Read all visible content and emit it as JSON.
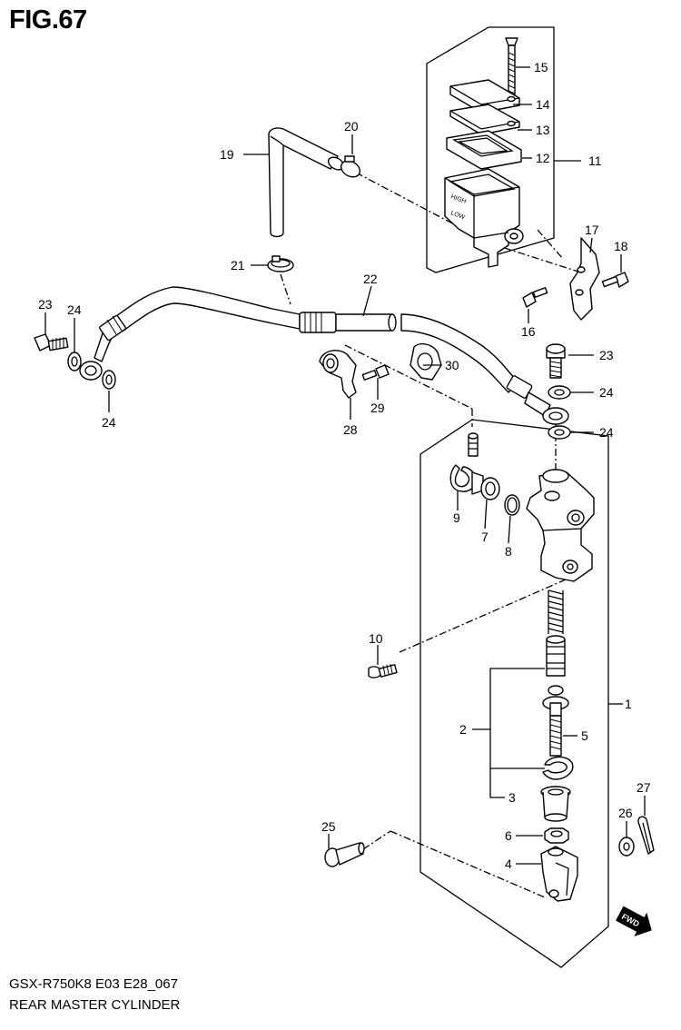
{
  "figure": {
    "title": "FIG.67",
    "footer_code": "GSX-R750K8 E03 E28_067",
    "footer_desc": "REAR MASTER CYLINDER",
    "fwd_label": "FWD"
  },
  "callouts": [
    {
      "id": "c1",
      "num": "1"
    },
    {
      "id": "c2",
      "num": "2"
    },
    {
      "id": "c3",
      "num": "3"
    },
    {
      "id": "c4",
      "num": "4"
    },
    {
      "id": "c5",
      "num": "5"
    },
    {
      "id": "c6",
      "num": "6"
    },
    {
      "id": "c7",
      "num": "7"
    },
    {
      "id": "c8",
      "num": "8"
    },
    {
      "id": "c9",
      "num": "9"
    },
    {
      "id": "c10",
      "num": "10"
    },
    {
      "id": "c11",
      "num": "11"
    },
    {
      "id": "c12",
      "num": "12"
    },
    {
      "id": "c13",
      "num": "13"
    },
    {
      "id": "c14",
      "num": "14"
    },
    {
      "id": "c15",
      "num": "15"
    },
    {
      "id": "c17",
      "num": "17"
    },
    {
      "id": "c18",
      "num": "18"
    },
    {
      "id": "c19",
      "num": "19"
    },
    {
      "id": "c20",
      "num": "20"
    },
    {
      "id": "c21",
      "num": "21"
    },
    {
      "id": "c22",
      "num": "22"
    },
    {
      "id": "c23a",
      "num": "23"
    },
    {
      "id": "c23b",
      "num": "23"
    },
    {
      "id": "c24a",
      "num": "24"
    },
    {
      "id": "c24b",
      "num": "24"
    },
    {
      "id": "c24c",
      "num": "24"
    },
    {
      "id": "c24d",
      "num": "24"
    },
    {
      "id": "c25",
      "num": "25"
    },
    {
      "id": "c26",
      "num": "26"
    },
    {
      "id": "c27",
      "num": "27"
    },
    {
      "id": "c28",
      "num": "28"
    },
    {
      "id": "c29",
      "num": "29"
    },
    {
      "id": "c30",
      "num": "30"
    },
    {
      "id": "c16",
      "num": "16"
    }
  ],
  "reservoir_marks": {
    "high": "HIGH",
    "low": "LOW"
  }
}
